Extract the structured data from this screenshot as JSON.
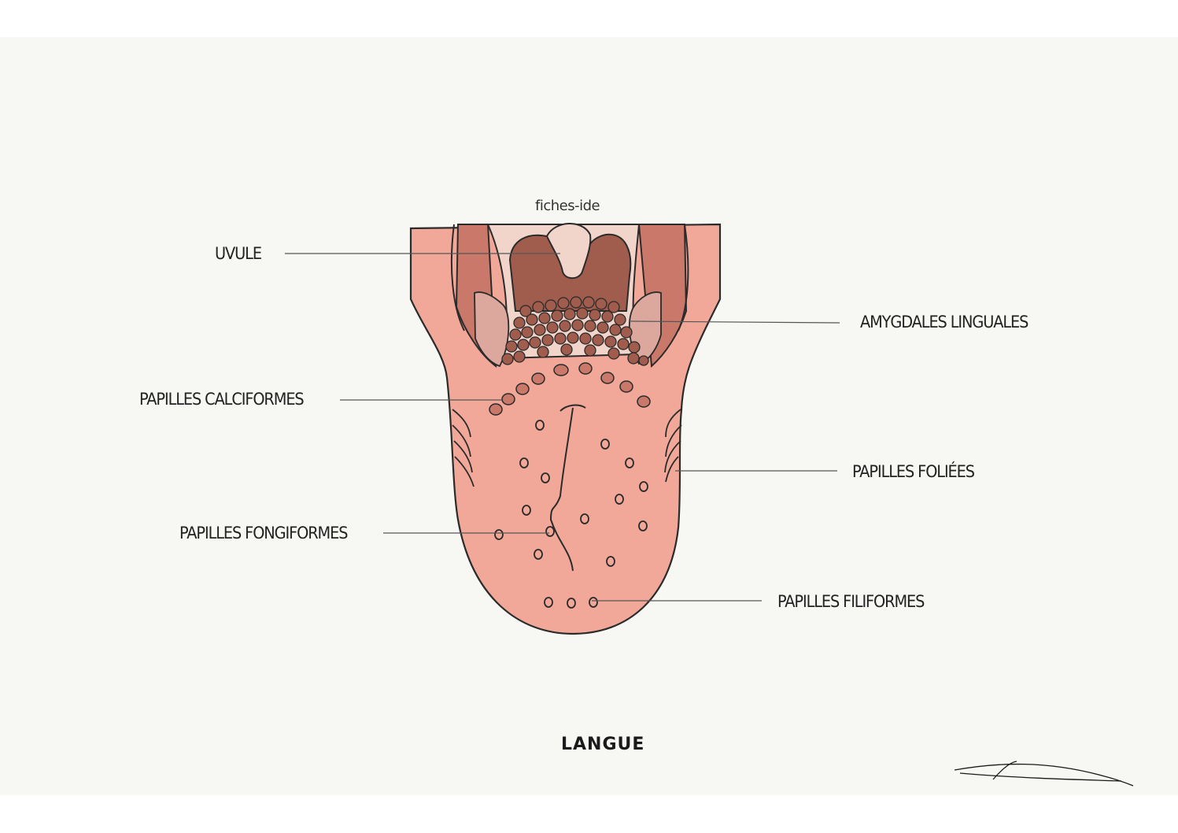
{
  "title": "LANGUE",
  "watermark": "fiches-ide",
  "signature": "Léana",
  "labels": {
    "uvule": "UVULE",
    "amygdales": "AMYGDALES LINGUALES",
    "calciformes": "PAPILLES CALCIFORMES",
    "foliees": "PAPILLES FOLIÉES",
    "fongiformes": "PAPILLES FONGIFORMES",
    "filiformes": "PAPILLES FILIFORMES"
  },
  "colors": {
    "background": "#f7f7f3",
    "tongue": "#f2a898",
    "tongue_side": "#c9786a",
    "throat": "#a05c4c",
    "pale": "#f1d4ca",
    "tonsil": "#dca89d",
    "outline": "#2b2b2b"
  }
}
